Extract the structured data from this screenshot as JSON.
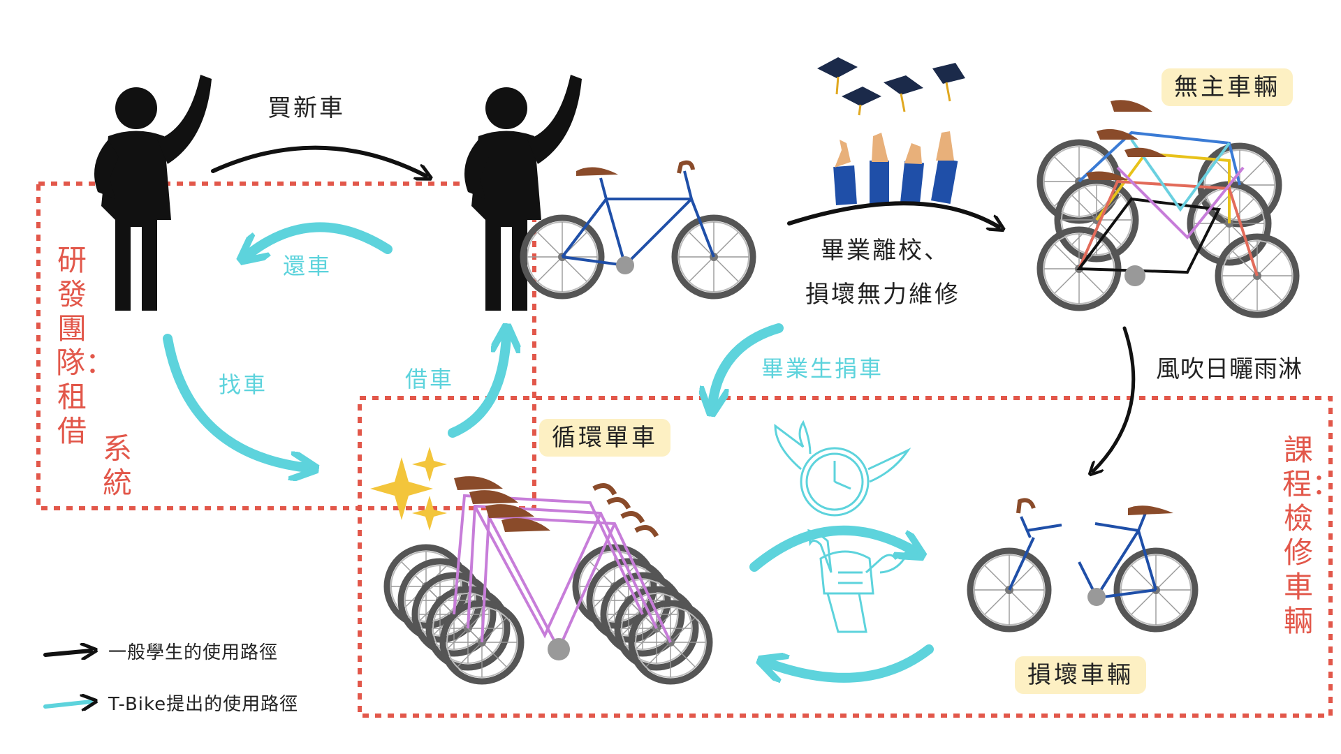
{
  "labels": {
    "buy_new": "買新車",
    "return_bike": "還車",
    "find_bike": "找車",
    "borrow_bike": "借車",
    "graduate_leave": "畢業離校、",
    "damaged_no_repair": "損壞無力維修",
    "graduate_donate": "畢業生捐車",
    "weather": "風吹日曬雨淋"
  },
  "tags": {
    "ownerless": "無主車輛",
    "circulating": "循環單車",
    "damaged": "損壞車輛"
  },
  "groups": {
    "rd_team_col1": "研發團隊：租借",
    "rd_team_col2": "系統",
    "course_col": "課程：檢修車輛"
  },
  "legend": {
    "general_path": "一般學生的使用路徑",
    "tbike_path": "T-Bike提出的使用路徑"
  },
  "colors": {
    "cyan": "#5dd3dc",
    "red_dashed": "#e2574a",
    "tag_bg": "#fdf0c3",
    "black": "#111111",
    "blue_frame": "#1f4fa8",
    "purple_frame": "#c77dd9",
    "saddle": "#8a4b2a"
  }
}
